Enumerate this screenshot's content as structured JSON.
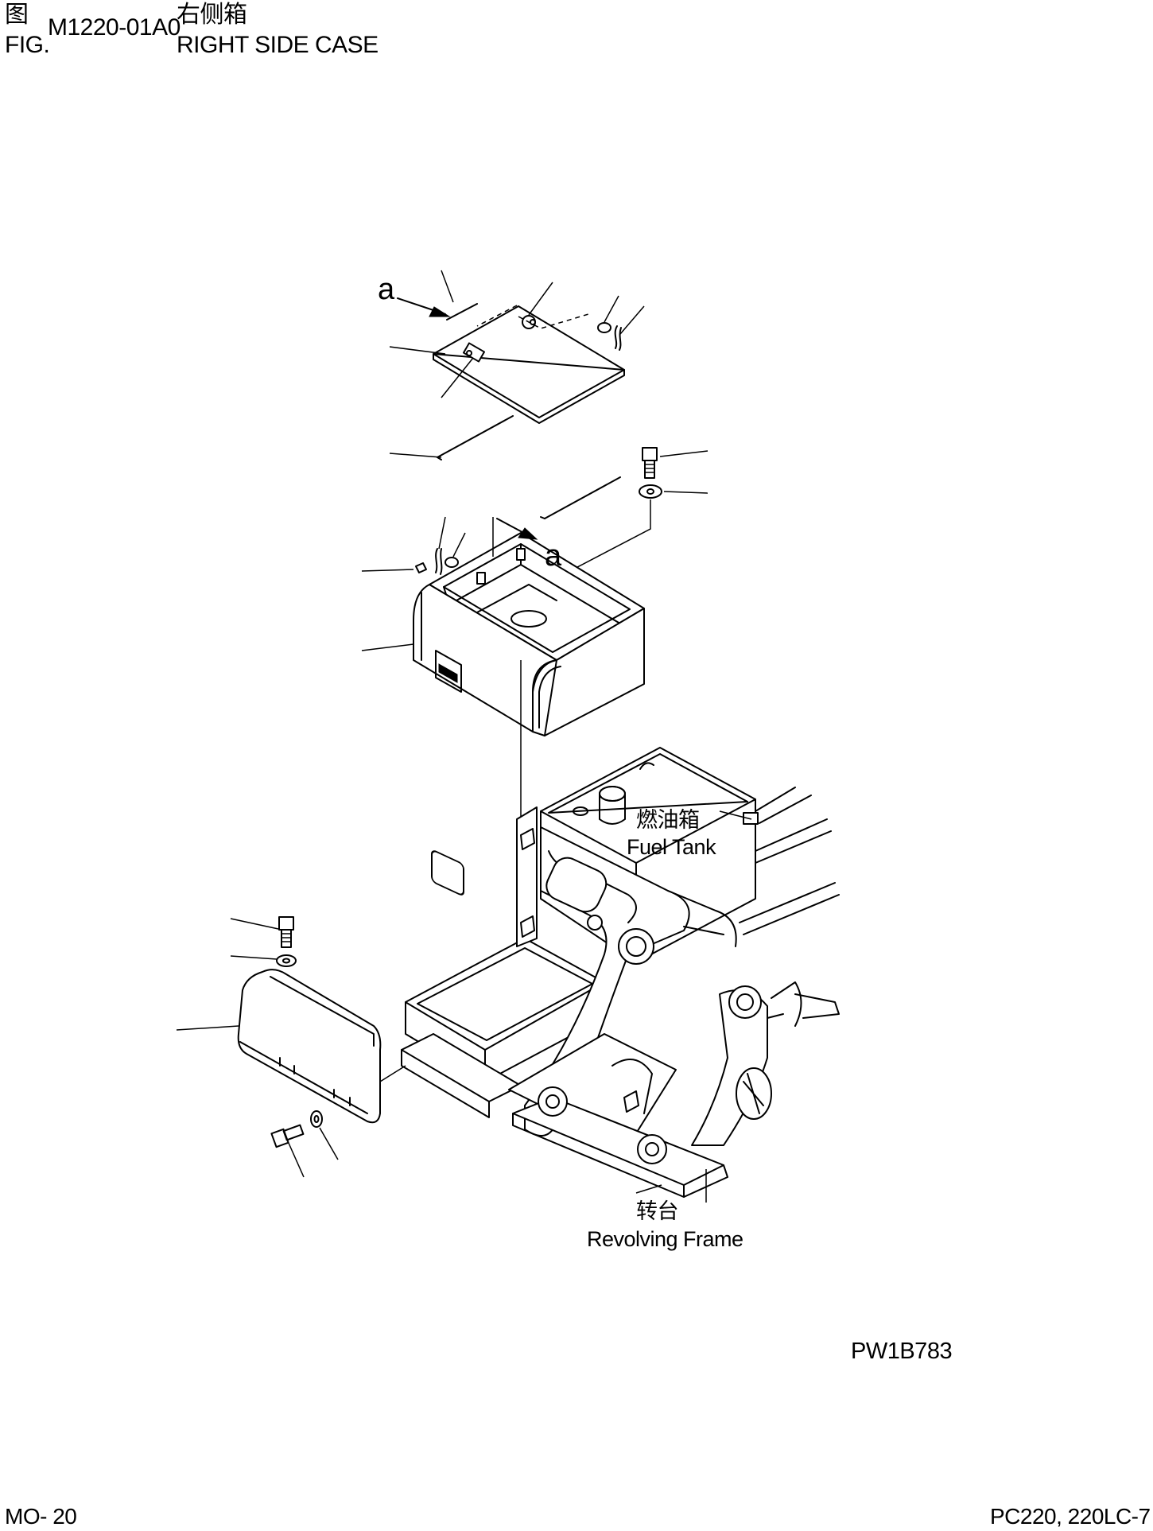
{
  "header": {
    "fig_cn": "图",
    "fig_en": "FIG.",
    "fig_code": "M1220-01A0",
    "title_cn": "右侧箱",
    "title_en": "RIGHT SIDE CASE"
  },
  "view_marker": "a",
  "labels": {
    "fuel_tank_cn": "燃油箱",
    "fuel_tank_en": "Fuel Tank",
    "frame_cn": "转台",
    "frame_en": "Revolving Frame"
  },
  "drawing_code": "PW1B783",
  "footer": {
    "page": "MO- 20",
    "model": "PC220, 220LC-7"
  }
}
